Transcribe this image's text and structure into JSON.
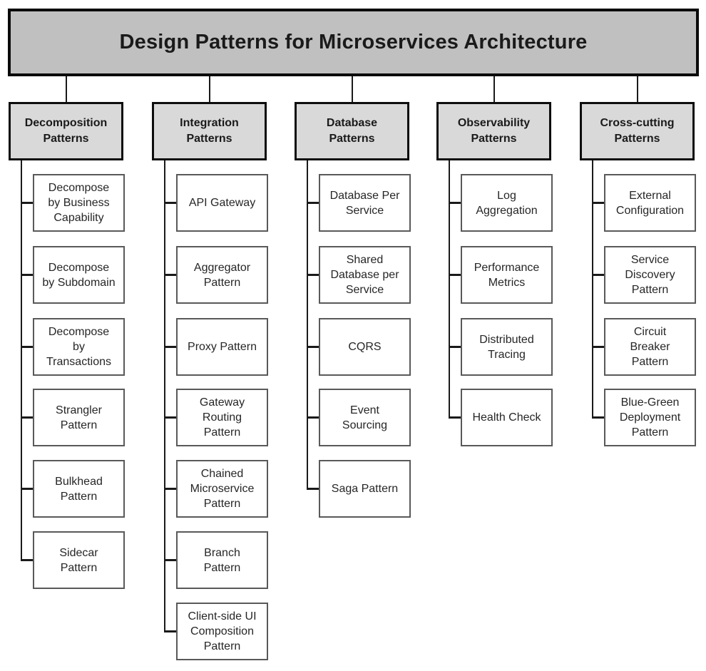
{
  "title": "Design Patterns for Microservices Architecture",
  "colors": {
    "title_fill": "#c0c0c0",
    "category_fill": "#d9d9d9",
    "pattern_fill": "#ffffff",
    "strong_border": "#0a0a0a",
    "pattern_border": "#595959",
    "connector": "#1a1a1a"
  },
  "columns": [
    {
      "label": "Decomposition\nPatterns",
      "children": [
        "Decompose\nby Business\nCapability",
        "Decompose\nby Subdomain",
        "Decompose\nby\nTransactions",
        "Strangler\nPattern",
        "Bulkhead\nPattern",
        "Sidecar\nPattern"
      ]
    },
    {
      "label": "Integration\nPatterns",
      "children": [
        "API Gateway",
        "Aggregator\nPattern",
        "Proxy Pattern",
        "Gateway\nRouting\nPattern",
        "Chained\nMicroservice\nPattern",
        "Branch\nPattern",
        "Client-side UI\nComposition\nPattern"
      ]
    },
    {
      "label": "Database\nPatterns",
      "children": [
        "Database Per\nService",
        "Shared\nDatabase per\nService",
        "CQRS",
        "Event\nSourcing",
        "Saga Pattern"
      ]
    },
    {
      "label": "Observability\nPatterns",
      "children": [
        "Log\nAggregation",
        "Performance\nMetrics",
        "Distributed\nTracing",
        "Health Check"
      ]
    },
    {
      "label": "Cross-cutting\nPatterns",
      "children": [
        "External\nConfiguration",
        "Service\nDiscovery\nPattern",
        "Circuit\nBreaker\nPattern",
        "Blue-Green\nDeployment\nPattern"
      ]
    }
  ]
}
